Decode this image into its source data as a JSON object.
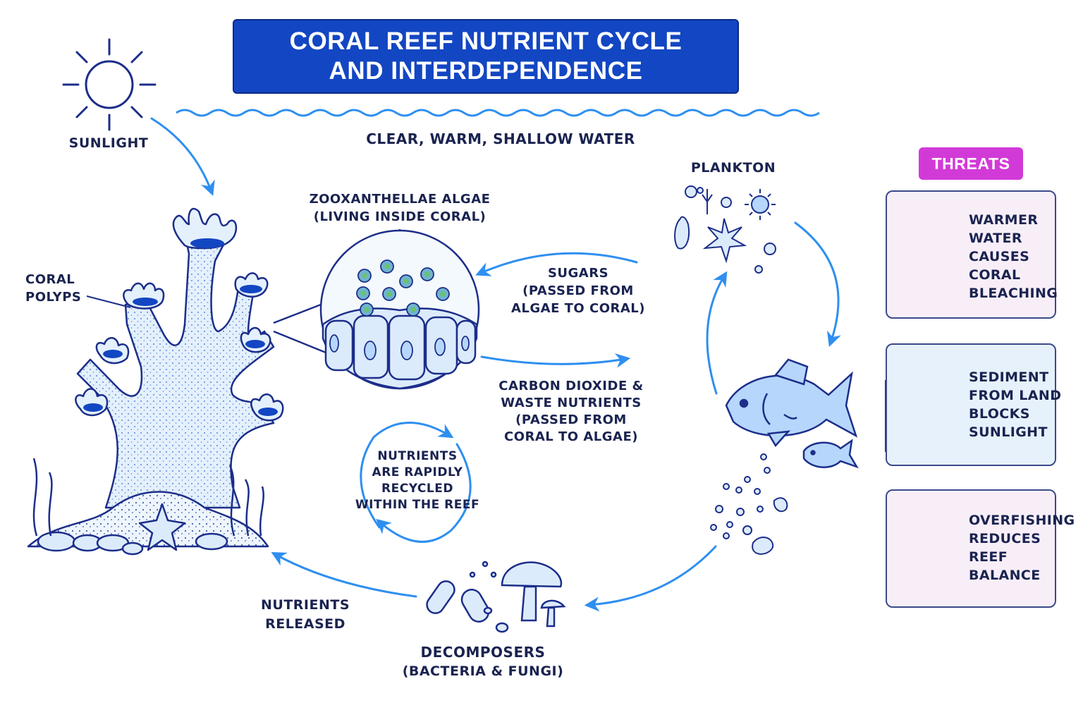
{
  "title": {
    "line1": "CORAL REEF NUTRIENT CYCLE",
    "line2": "AND INTERDEPENDENCE"
  },
  "sunlight": "SUNLIGHT",
  "water": "CLEAR, WARM, SHALLOW WATER",
  "coral_polyps": {
    "line1": "CORAL",
    "line2": "POLYPS"
  },
  "zooxanthellae": {
    "line1": "ZOOXANTHELLAE ALGAE",
    "line2": "(LIVING INSIDE CORAL)"
  },
  "sugars": {
    "line1": "SUGARS",
    "line2": "(PASSED FROM",
    "line3": "ALGAE TO CORAL)"
  },
  "co2": {
    "line1": "CARBON DIOXIDE &",
    "line2": "WASTE NUTRIENTS",
    "line3": "(PASSED FROM",
    "line4": "CORAL TO ALGAE)"
  },
  "recycled": {
    "line1": "NUTRIENTS",
    "line2": "ARE RAPIDLY",
    "line3": "RECYCLED",
    "line4": "WITHIN THE REEF"
  },
  "plankton": "PLANKTON",
  "nutrients_released": {
    "line1": "NUTRIENTS",
    "line2": "RELEASED"
  },
  "decomposers": {
    "line1": "DECOMPOSERS",
    "line2": "(BACTERIA & FUNGI)"
  },
  "threats": {
    "badge": "THREATS",
    "items": [
      {
        "icon": "thermometer-icon",
        "lines": [
          "WARMER",
          "WATER",
          "CAUSES",
          "CORAL",
          "BLEACHING"
        ]
      },
      {
        "icon": "sediment-hill-icon",
        "lines": [
          "SEDIMENT",
          "FROM LAND",
          "BLOCKS",
          "SUNLIGHT"
        ]
      },
      {
        "icon": "fishing-boat-icon",
        "lines": [
          "OVERFISHING",
          "REDUCES",
          "REEF",
          "BALANCE"
        ]
      }
    ]
  },
  "colors": {
    "banner": "#1346c2",
    "arrow": "#2e8ff0",
    "line": "#1c2e8a",
    "threat_accent": "#d23ad8",
    "light_fill": "#dcebfb"
  }
}
